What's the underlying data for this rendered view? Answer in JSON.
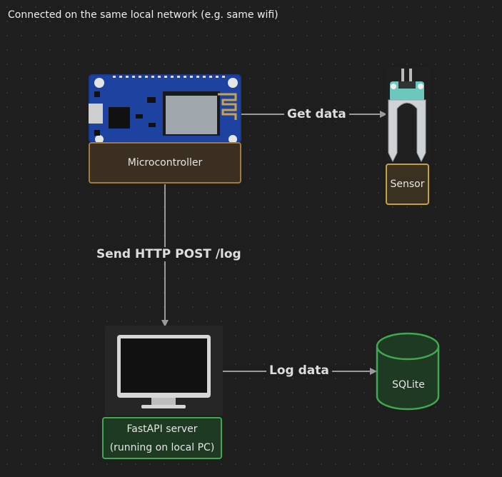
{
  "header": {
    "title": "Connected on the same local network (e.g. same wifi)"
  },
  "nodes": {
    "microcontroller": {
      "label": "Microcontroller",
      "icon": "esp8266-board-icon"
    },
    "sensor": {
      "label": "Sensor",
      "icon": "soil-moisture-sensor-icon"
    },
    "server": {
      "label_line1": "FastAPI server",
      "label_line2": "(running on local PC)",
      "icon": "monitor-icon"
    },
    "database": {
      "label": "SQLite",
      "icon": "database-cylinder-icon"
    }
  },
  "edges": {
    "get_data": "Get data",
    "send_post": "Send HTTP POST /log",
    "log_data": "Log data"
  },
  "colors": {
    "background": "#1e1e1e",
    "microcontroller_border": "#a07a3e",
    "sensor_border": "#c5a13f",
    "server_border": "#3fa850",
    "database_border": "#3fa850",
    "arrow": "#9a9a9a"
  }
}
